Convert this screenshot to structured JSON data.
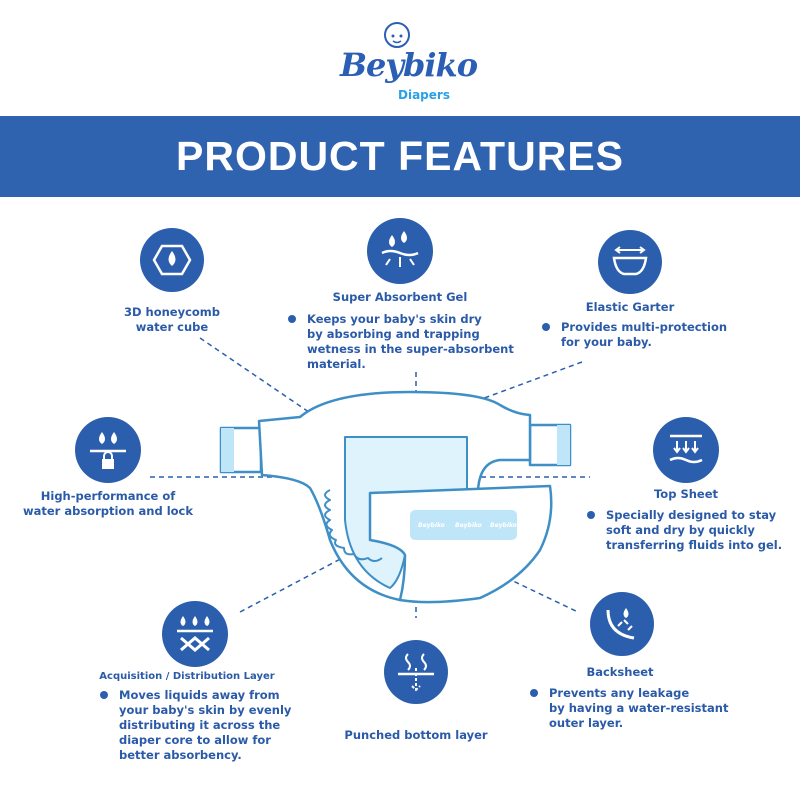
{
  "logo": {
    "brand": "Beybiko",
    "sub": "Diapers"
  },
  "banner": {
    "title": "PRODUCT FEATURES"
  },
  "features": {
    "honeycomb": {
      "title_lines": [
        "3D honeycomb",
        "water cube"
      ]
    },
    "gel": {
      "title": "Super Absorbent Gel",
      "text": [
        "Keeps your baby's skin dry",
        "by absorbing and trapping",
        "wetness in the super-absorbent",
        "material."
      ]
    },
    "garter": {
      "title": "Elastic Garter",
      "text": [
        "Provides multi-protection",
        "for your baby."
      ]
    },
    "lock": {
      "title_lines": [
        "High-performance of",
        "water absorption and lock"
      ]
    },
    "topsheet": {
      "title": "Top Sheet",
      "text": [
        "Specially designed to stay",
        "soft and dry by quickly",
        "transferring fluids into gel."
      ]
    },
    "adl": {
      "title": "Acquisition / Distribution Layer",
      "text": [
        "Moves liquids away from",
        "your baby's skin by evenly",
        "distributing it across the",
        "diaper core to allow for",
        "better absorbency."
      ]
    },
    "punched": {
      "title": "Punched bottom layer"
    },
    "backsheet": {
      "title": "Backsheet",
      "text": [
        "Prevents any leakage",
        "by having a water-resistant",
        "outer layer."
      ]
    }
  },
  "colors": {
    "primary": "#2b5fae",
    "text": "#2a5aa8",
    "diaper_fill": "#dff3fc",
    "diaper_stroke": "#3f8fc7"
  }
}
